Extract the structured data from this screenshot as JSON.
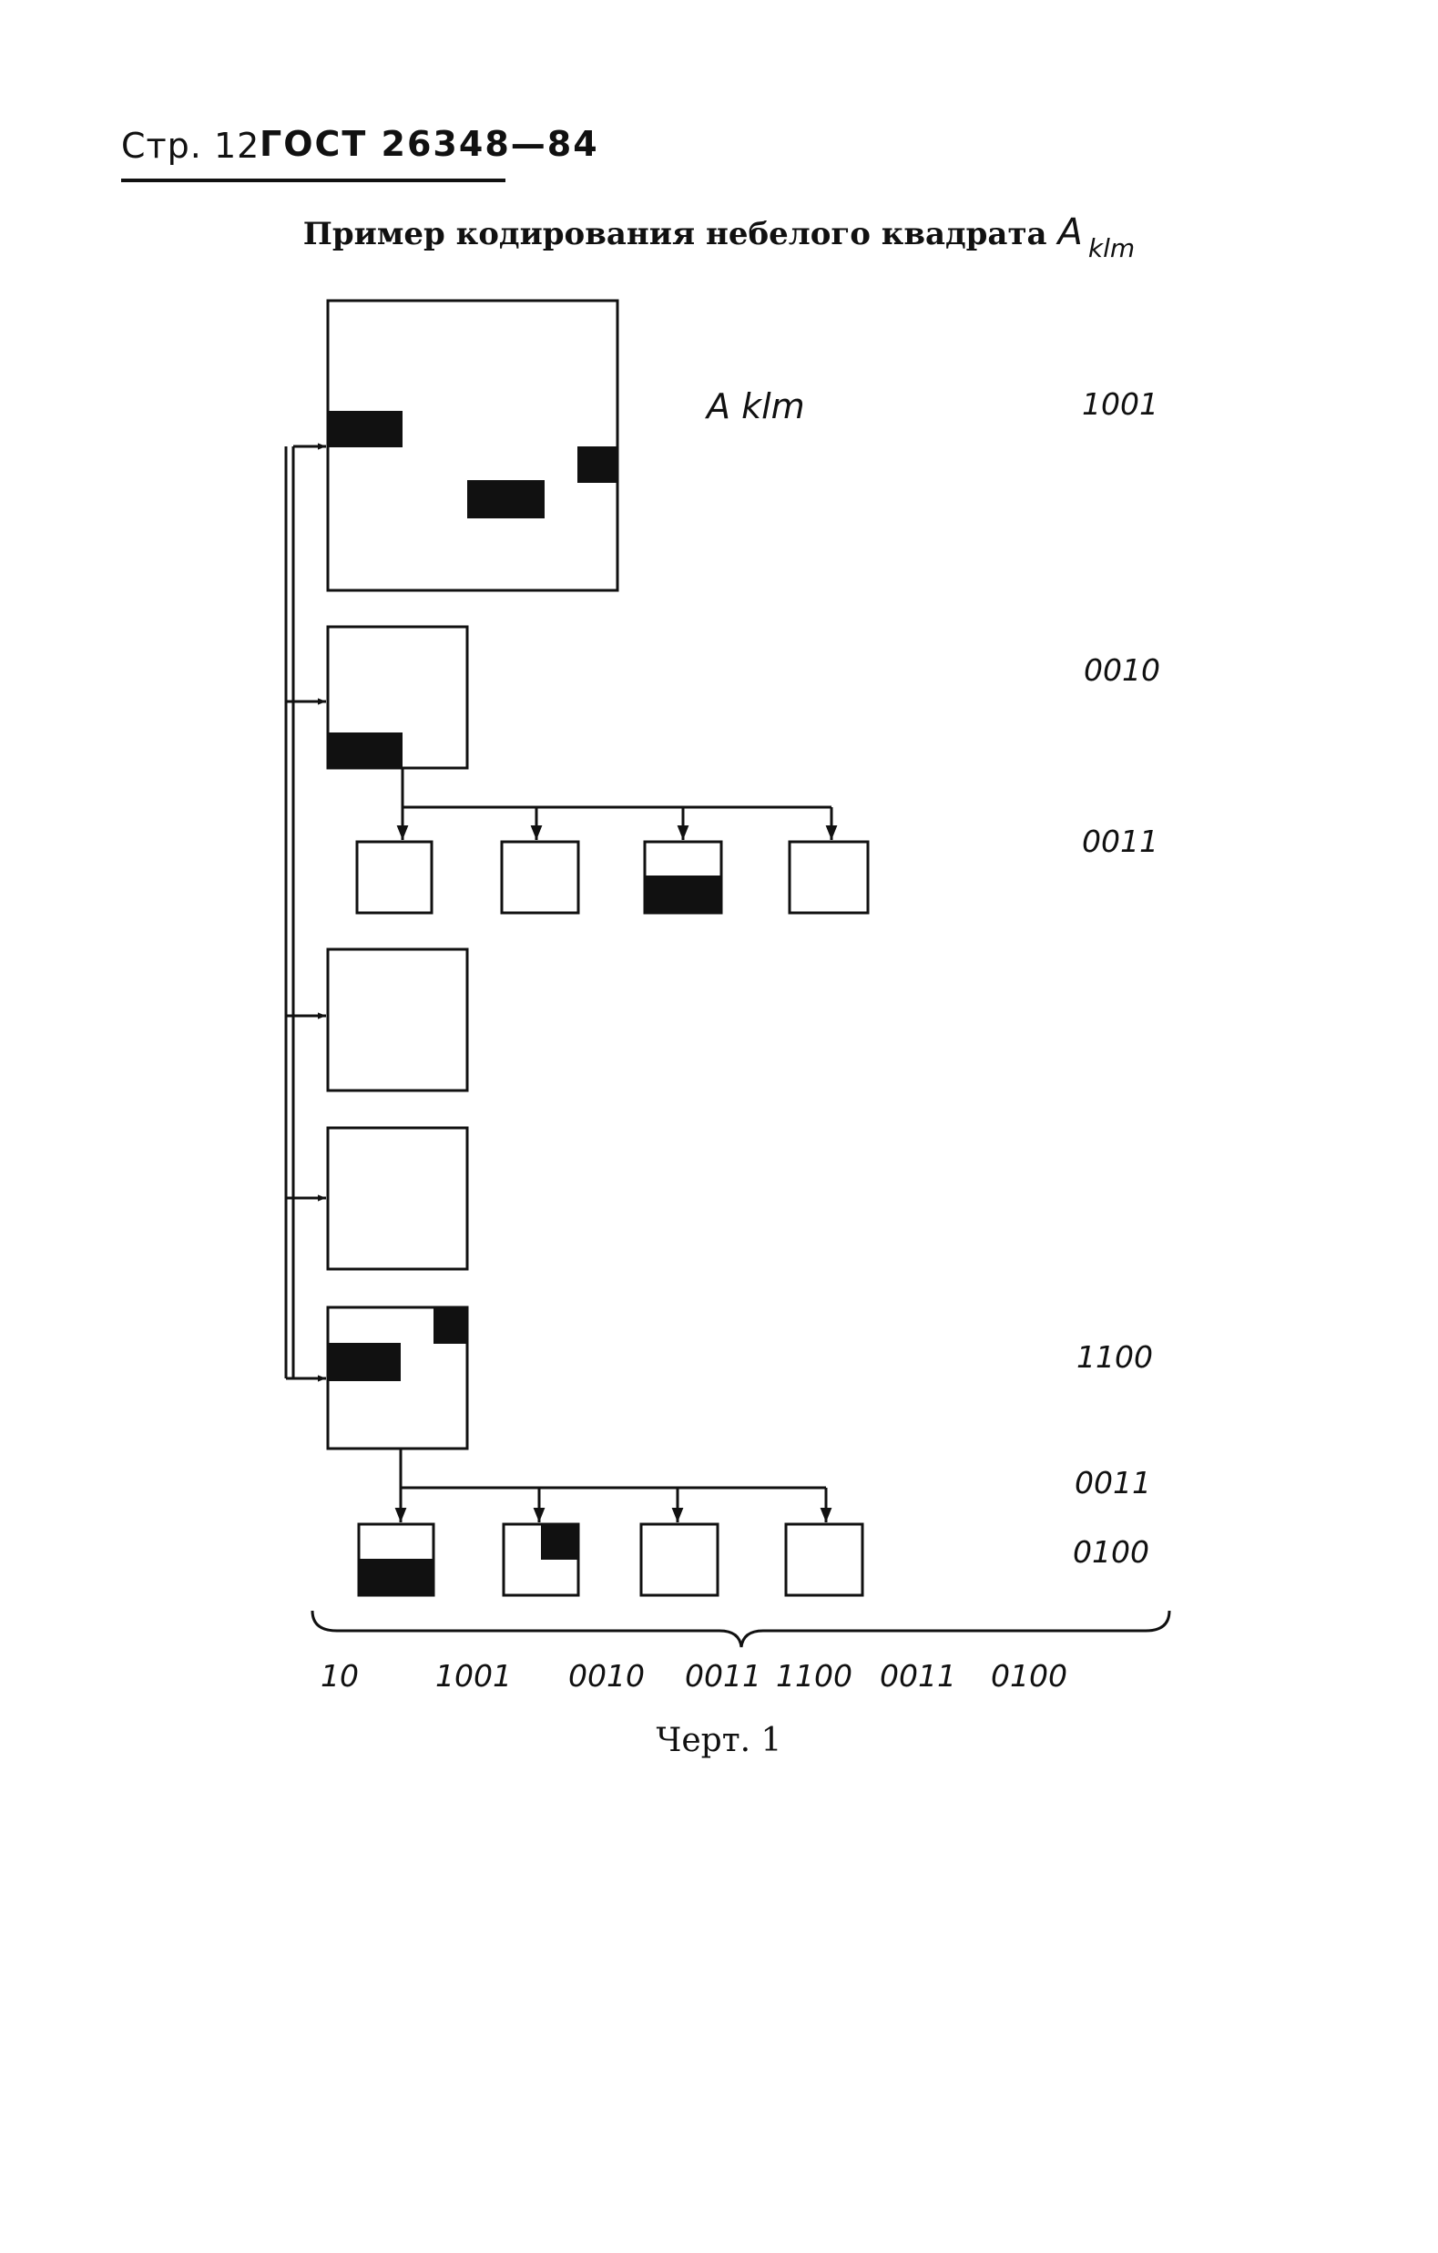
{
  "header": {
    "page_label": "Стр. 12",
    "standard": "ГОСТ 26348—84"
  },
  "title": {
    "text": "Пример кодирования небелого квадрата",
    "symbol": "A",
    "subscript": "klm"
  },
  "diagram": {
    "top_square_label": "A klm",
    "codes_right": [
      "1001",
      "0010",
      "0011",
      "1100",
      "0011",
      "0100"
    ],
    "codes_bottom": [
      "10",
      "1001",
      "0010",
      "0011",
      "1100",
      "0011",
      "0100"
    ]
  },
  "caption": "Черт. 1"
}
